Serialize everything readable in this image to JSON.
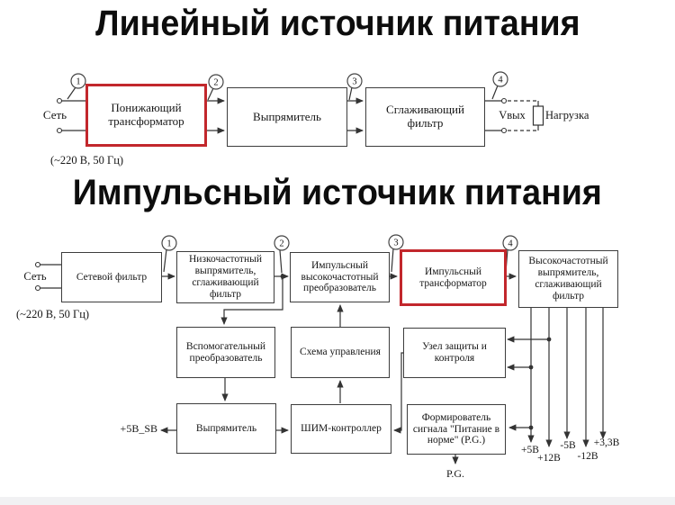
{
  "slide": {
    "background": "#ffffff"
  },
  "colors": {
    "highlight_red": "#c2272c",
    "line_color": "#333333",
    "text_color": "#161616"
  },
  "linear_diagram": {
    "title": "Линейный источник питания",
    "mains_label": "Сеть",
    "mains_spec": "(~220 В, 50 Гц)",
    "markers": [
      "1",
      "2",
      "3",
      "4"
    ],
    "blocks": [
      {
        "label": "Понижающий трансформатор",
        "highlighted": true
      },
      {
        "label": "Выпрямитель",
        "highlighted": false
      },
      {
        "label": "Сглаживающий фильтр",
        "highlighted": false
      }
    ],
    "output_label": "Vвых",
    "load_label": "Нагрузка"
  },
  "impulse_diagram": {
    "title": "Импульсный источник питания",
    "mains_label": "Сеть",
    "mains_spec": "(~220 В, 50 Гц)",
    "markers": [
      "1",
      "2",
      "3",
      "4"
    ],
    "row1": [
      {
        "label": "Сетевой фильтр",
        "highlighted": false
      },
      {
        "label": "Низкочастотный выпрямитель, сглаживающий фильтр",
        "highlighted": false
      },
      {
        "label": "Импульсный высокочастотный преобразователь",
        "highlighted": false
      },
      {
        "label": "Импульсный трансформатор",
        "highlighted": true
      },
      {
        "label": "Высокочастотный выпрямитель, сглаживающий фильтр",
        "highlighted": false
      }
    ],
    "row2": [
      {
        "label": "Вспомогательный преобразователь"
      },
      {
        "label": "Схема управления"
      },
      {
        "label": "Узел защиты и контроля"
      }
    ],
    "row3": [
      {
        "label": "Выпрямитель"
      },
      {
        "label": "ШИМ-контроллер"
      },
      {
        "label": "Формирователь сигнала \"Питание в норме\" (P.G.)"
      }
    ],
    "standby_output_label": "+5В_SB",
    "power_good_label": "P.G.",
    "output_rails": [
      "+5В",
      "+12В",
      "-5В",
      "-12В",
      "+3,3В"
    ]
  }
}
